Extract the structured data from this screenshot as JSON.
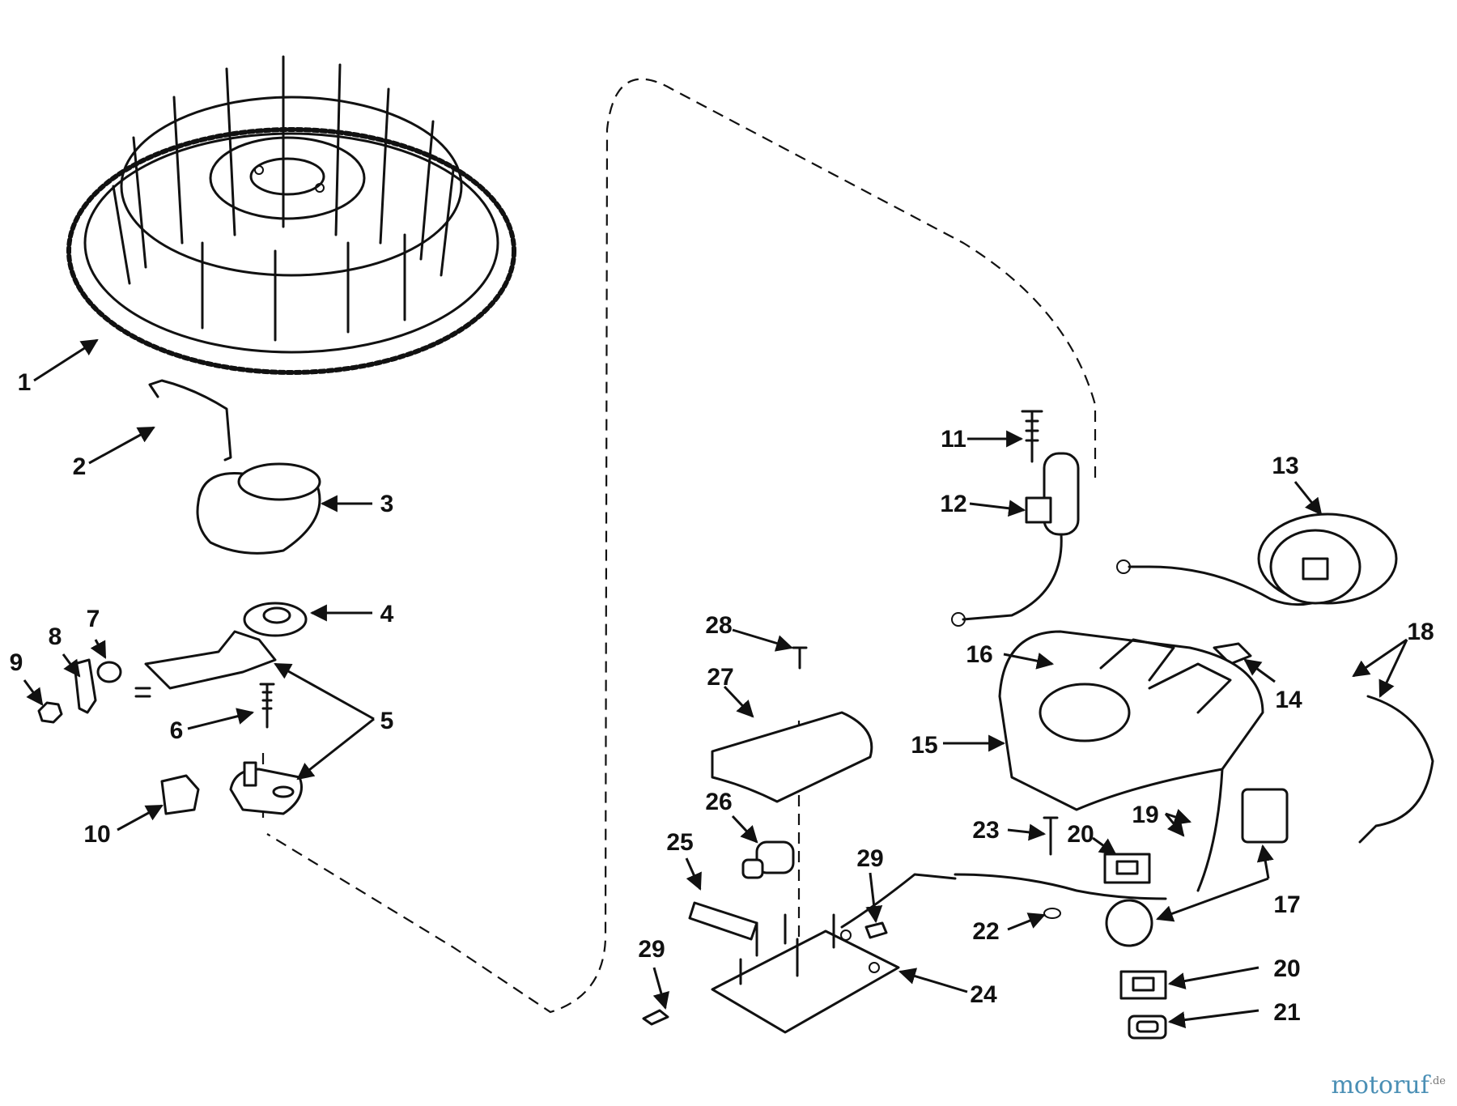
{
  "diagram": {
    "callouts": [
      {
        "id": "c1",
        "text": "1"
      },
      {
        "id": "c2",
        "text": "2"
      },
      {
        "id": "c3",
        "text": "3"
      },
      {
        "id": "c4",
        "text": "4"
      },
      {
        "id": "c5",
        "text": "5"
      },
      {
        "id": "c6",
        "text": "6"
      },
      {
        "id": "c7",
        "text": "7"
      },
      {
        "id": "c8",
        "text": "8"
      },
      {
        "id": "c9",
        "text": "9"
      },
      {
        "id": "c10",
        "text": "10"
      },
      {
        "id": "c11",
        "text": "11"
      },
      {
        "id": "c12",
        "text": "12"
      },
      {
        "id": "c13",
        "text": "13"
      },
      {
        "id": "c14",
        "text": "14"
      },
      {
        "id": "c15",
        "text": "15"
      },
      {
        "id": "c16",
        "text": "16"
      },
      {
        "id": "c17",
        "text": "17"
      },
      {
        "id": "c18",
        "text": "18"
      },
      {
        "id": "c19",
        "text": "19"
      },
      {
        "id": "c20a",
        "text": "20"
      },
      {
        "id": "c20b",
        "text": "20"
      },
      {
        "id": "c21",
        "text": "21"
      },
      {
        "id": "c22",
        "text": "22"
      },
      {
        "id": "c23",
        "text": "23"
      },
      {
        "id": "c24",
        "text": "24"
      },
      {
        "id": "c25",
        "text": "25"
      },
      {
        "id": "c26",
        "text": "26"
      },
      {
        "id": "c27",
        "text": "27"
      },
      {
        "id": "c28",
        "text": "28"
      },
      {
        "id": "c29a",
        "text": "29"
      },
      {
        "id": "c29b",
        "text": "29"
      }
    ]
  },
  "watermark": {
    "main": "motoruf",
    "sup": ".de"
  }
}
